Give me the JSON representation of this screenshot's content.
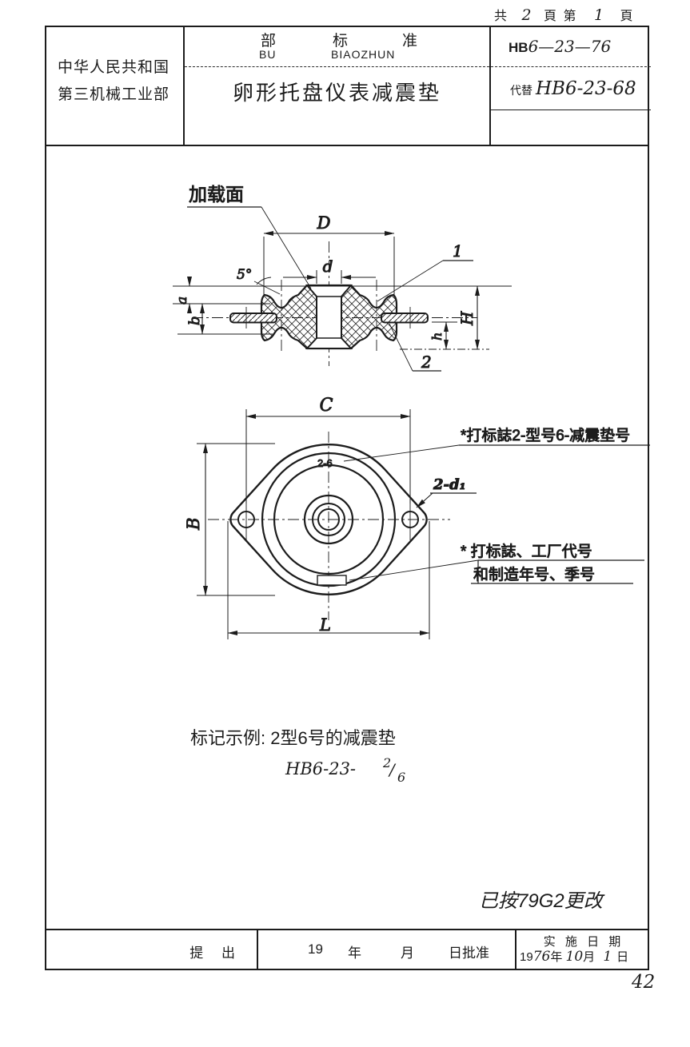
{
  "page_meta": {
    "sheet_info": {
      "p1": "共",
      "p2": "2",
      "p3": "頁",
      "p4": "第",
      "p5": "1",
      "p6": "頁"
    },
    "page_number": "42"
  },
  "header": {
    "issuer1": "中华人民共和国",
    "issuer2": "第三机械工业部",
    "std_cn_1": "部",
    "std_cn_2": "标",
    "std_cn_3": "准",
    "py1": "BU",
    "py2": "BIAOZHUN",
    "title": "卵形托盘仪表减震垫",
    "no_prefix": "HB",
    "no_rest": "6—23—76",
    "replaces_label": "代替",
    "replaces": "HB6-23-68"
  },
  "drawing": {
    "loading_surface": "加载面",
    "dims": {
      "D": "D",
      "d": "d",
      "angle": "5°",
      "a": "a",
      "b": "b",
      "H": "H",
      "h": "h",
      "C": "C",
      "B": "B",
      "L": "L",
      "holes": "2-d₁"
    },
    "callouts": {
      "one": "1",
      "two": "2"
    },
    "mark_model": "2-6",
    "note_top": "*打标誌2-型号6-减震垫号",
    "note_bottom_line1": "* 打标誌、工厂代号",
    "note_bottom_line2": "和制造年号、季号"
  },
  "example": {
    "label": "标记示例: 2型6号的减震垫",
    "code_prefix": "HB6-23-",
    "numerator": "2",
    "slash": "/",
    "denominator": "6"
  },
  "revision_note": "已按79G2更改",
  "footer": {
    "submit": "提 出",
    "approval": {
      "y": "19",
      "year": "年",
      "month": "月",
      "rest": "日批准"
    },
    "impl_label": "实 施 日 期",
    "impl": {
      "c1": "19",
      "h1": "76",
      "c2": "年",
      "h2": "10",
      "c3": "月",
      "h3": "1",
      "c4": "日"
    }
  },
  "colors": {
    "ink": "#1c1c1c",
    "paper": "#ffffff"
  }
}
